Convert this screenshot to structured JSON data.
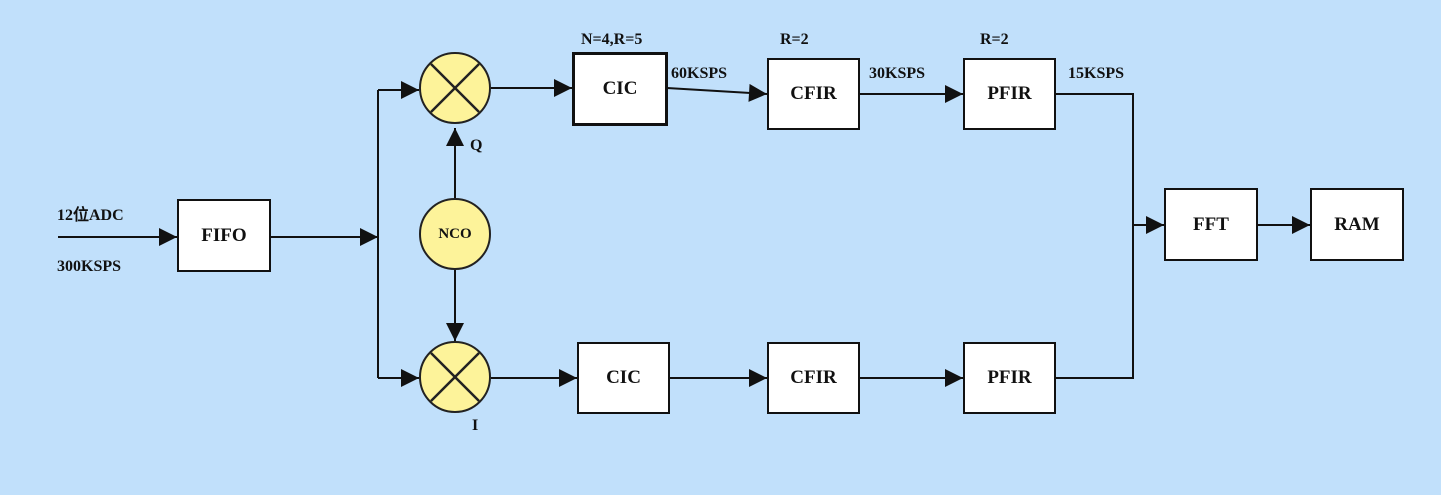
{
  "diagram": {
    "blocks": {
      "fifo": "FIFO",
      "cic_q": "CIC",
      "cfir_q": "CFIR",
      "pfir_q": "PFIR",
      "cic_i": "CIC",
      "cfir_i": "CFIR",
      "pfir_i": "PFIR",
      "fft": "FFT",
      "ram": "RAM",
      "nco": "NCO"
    },
    "labels": {
      "adc": "12位ADC",
      "adc_rate": "300KSPS",
      "cic_params": "N=4,R=5",
      "cfir_params": "R=2",
      "pfir_params": "R=2",
      "rate_after_cic": "60KSPS",
      "rate_after_cfir": "30KSPS",
      "rate_after_pfir": "15KSPS",
      "q_channel": "Q",
      "i_channel": "I"
    }
  }
}
